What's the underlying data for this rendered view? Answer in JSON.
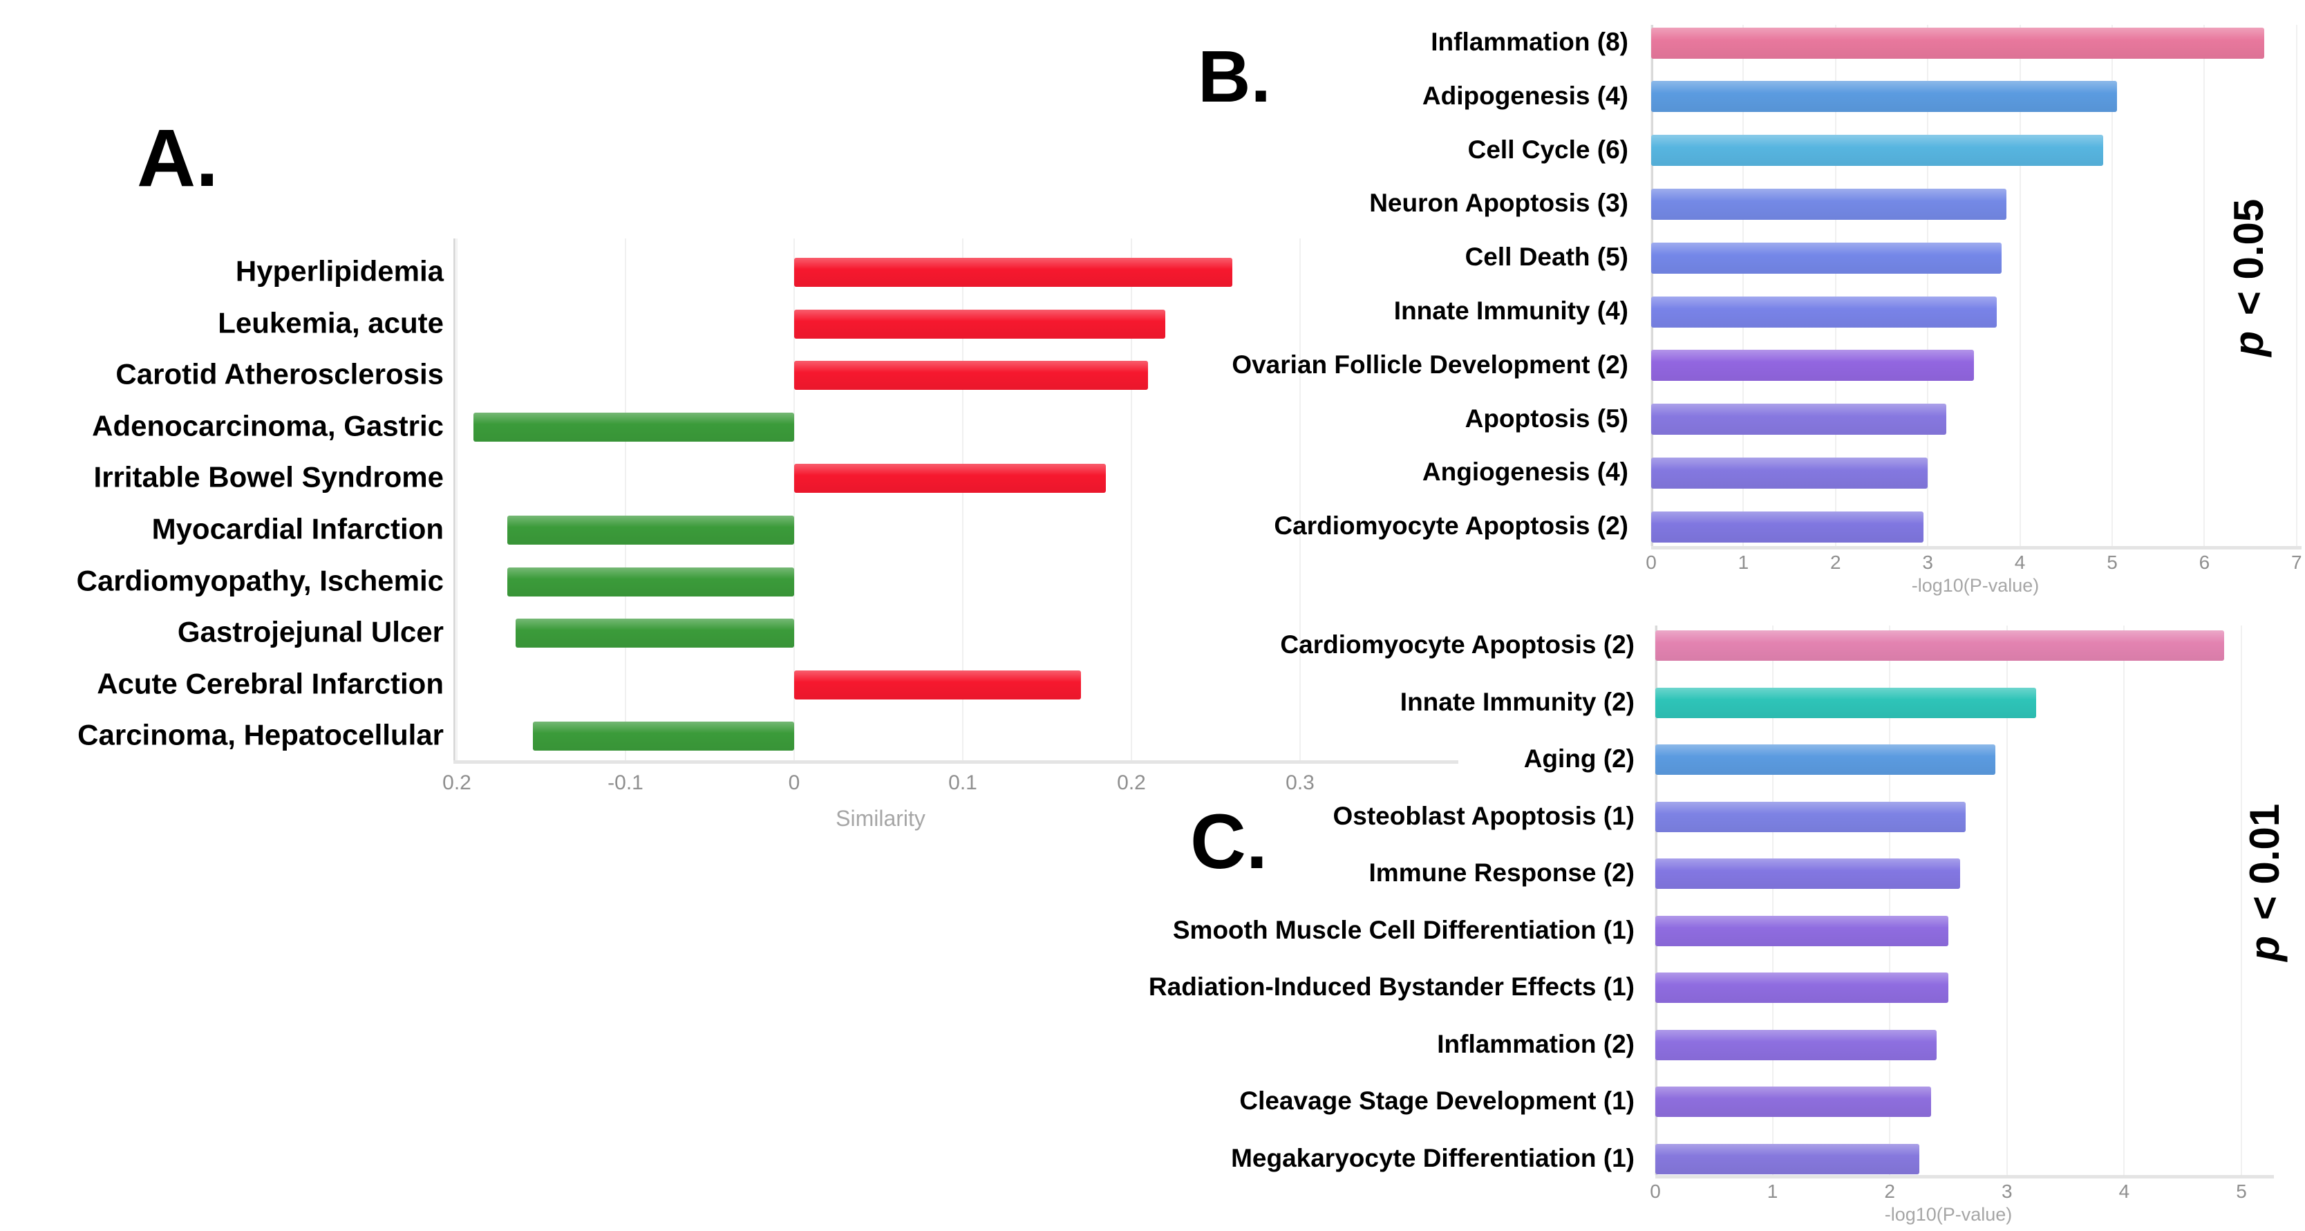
{
  "panels": [
    {
      "id": "A",
      "title": "A."
    },
    {
      "id": "B",
      "title": "B.",
      "significance": {
        "p_italic": "p",
        "rest": " < 0.05"
      }
    },
    {
      "id": "C",
      "title": "C.",
      "significance": {
        "p_italic": "p",
        "rest": " < 0.01"
      }
    }
  ],
  "chart_data": [
    {
      "panel": "A",
      "type": "bar",
      "orientation": "horizontal",
      "categories": [
        "Hyperlipidemia",
        "Leukemia, acute",
        "Carotid Atherosclerosis",
        "Adenocarcinoma, Gastric",
        "Irritable Bowel Syndrome",
        "Myocardial Infarction",
        "Cardiomyopathy, Ischemic",
        "Gastrojejunal Ulcer",
        "Acute Cerebral Infarction",
        "Carcinoma, Hepatocellular"
      ],
      "values": [
        0.26,
        0.22,
        0.21,
        -0.19,
        0.185,
        -0.17,
        -0.17,
        -0.165,
        0.17,
        -0.155
      ],
      "positive_color": "#f6182e",
      "negative_color": "#3b9b3a",
      "xlabel": "Similarity",
      "xlim": [
        -0.2,
        0.3
      ],
      "xticks": [
        -0.2,
        -0.1,
        0,
        0.1,
        0.2,
        0.3
      ],
      "xtick_labels": [
        "0.2",
        "-0.1",
        "0",
        "0.1",
        "0.2",
        "0.3"
      ],
      "grid": false,
      "legend": null
    },
    {
      "panel": "B",
      "type": "bar",
      "orientation": "horizontal",
      "annotation": "p < 0.05",
      "categories": [
        "Inflammation (8)",
        "Adipogenesis (4)",
        "Cell Cycle (6)",
        "Neuron Apoptosis (3)",
        "Cell Death (5)",
        "Innate Immunity (4)",
        "Ovarian Follicle Development (2)",
        "Apoptosis (5)",
        "Angiogenesis (4)",
        "Cardiomyocyte Apoptosis (2)"
      ],
      "values": [
        6.65,
        5.05,
        4.9,
        3.85,
        3.8,
        3.75,
        3.5,
        3.2,
        3.0,
        2.95
      ],
      "bar_colors": [
        "#e8789d",
        "#5b9be0",
        "#57b5e0",
        "#7489e6",
        "#7487e8",
        "#7983e8",
        "#9266e0",
        "#8778e0",
        "#8478e0",
        "#8077e0"
      ],
      "xlabel": "-log10(P-value)",
      "xlim": [
        0,
        7
      ],
      "xticks": [
        0,
        1,
        2,
        3,
        4,
        5,
        6,
        7
      ],
      "xtick_labels": [
        "0",
        "1",
        "2",
        "3",
        "4",
        "5",
        "6",
        "7"
      ],
      "grid": false,
      "legend": null
    },
    {
      "panel": "C",
      "type": "bar",
      "orientation": "horizontal",
      "annotation": "p < 0.01",
      "categories": [
        "Cardiomyocyte Apoptosis (2)",
        "Innate Immunity (2)",
        "Aging (2)",
        "Osteoblast Apoptosis (1)",
        "Immune Response (2)",
        "Smooth Muscle Cell Differentiation (1)",
        "Radiation-Induced Bystander Effects (1)",
        "Inflammation (2)",
        "Cleavage Stage Development (1)",
        "Megakaryocyte Differentiation (1)"
      ],
      "values": [
        4.85,
        3.25,
        2.9,
        2.65,
        2.6,
        2.5,
        2.5,
        2.4,
        2.35,
        2.25
      ],
      "bar_colors": [
        "#e383b1",
        "#2ec4b8",
        "#5b9be0",
        "#7d82e4",
        "#8377e2",
        "#8f6ce0",
        "#8f6ce0",
        "#8d6fe0",
        "#8e6edd",
        "#8678dd"
      ],
      "xlabel": "-log10(P-value)",
      "xlim": [
        0,
        5
      ],
      "xticks": [
        0,
        1,
        2,
        3,
        4,
        5
      ],
      "xtick_labels": [
        "0",
        "1",
        "2",
        "3",
        "4",
        "5"
      ],
      "grid": false,
      "legend": null
    }
  ]
}
